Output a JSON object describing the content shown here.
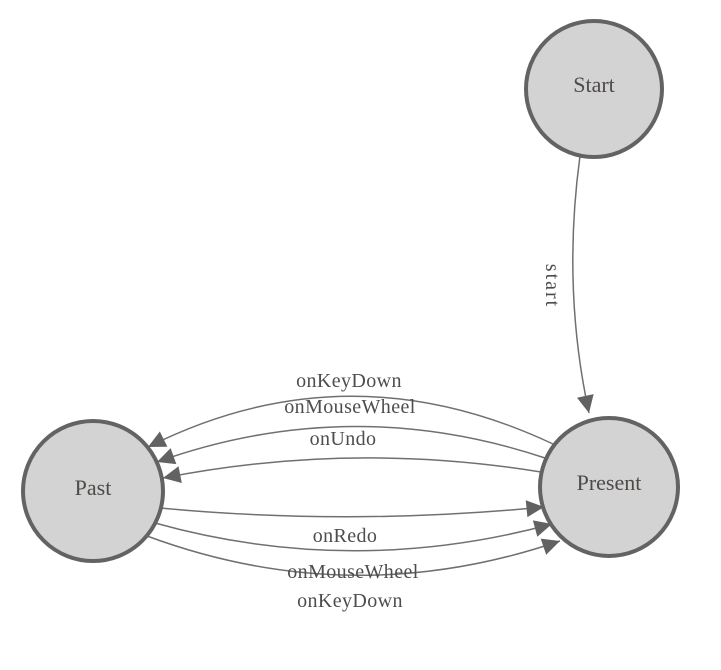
{
  "diagram": {
    "type": "state-machine",
    "background_color": "#ffffff",
    "colors": {
      "node_fill": "#d3d3d3",
      "node_border": "#636363",
      "edge_line": "#707070",
      "arrowhead": "#626262",
      "label_text": "#4d4a48"
    },
    "nodes": [
      {
        "id": "start",
        "label": "Start"
      },
      {
        "id": "present",
        "label": "Present"
      },
      {
        "id": "past",
        "label": "Past"
      }
    ],
    "edges": [
      {
        "from": "start",
        "to": "present",
        "label": "start"
      },
      {
        "from": "present",
        "to": "past",
        "label": "onKeyDown"
      },
      {
        "from": "present",
        "to": "past",
        "label": "onMouseWheel"
      },
      {
        "from": "present",
        "to": "past",
        "label": "onUndo"
      },
      {
        "from": "past",
        "to": "present",
        "label": "onRedo"
      },
      {
        "from": "past",
        "to": "present",
        "label": "onMouseWheel"
      },
      {
        "from": "past",
        "to": "present",
        "label": "onKeyDown"
      }
    ]
  }
}
